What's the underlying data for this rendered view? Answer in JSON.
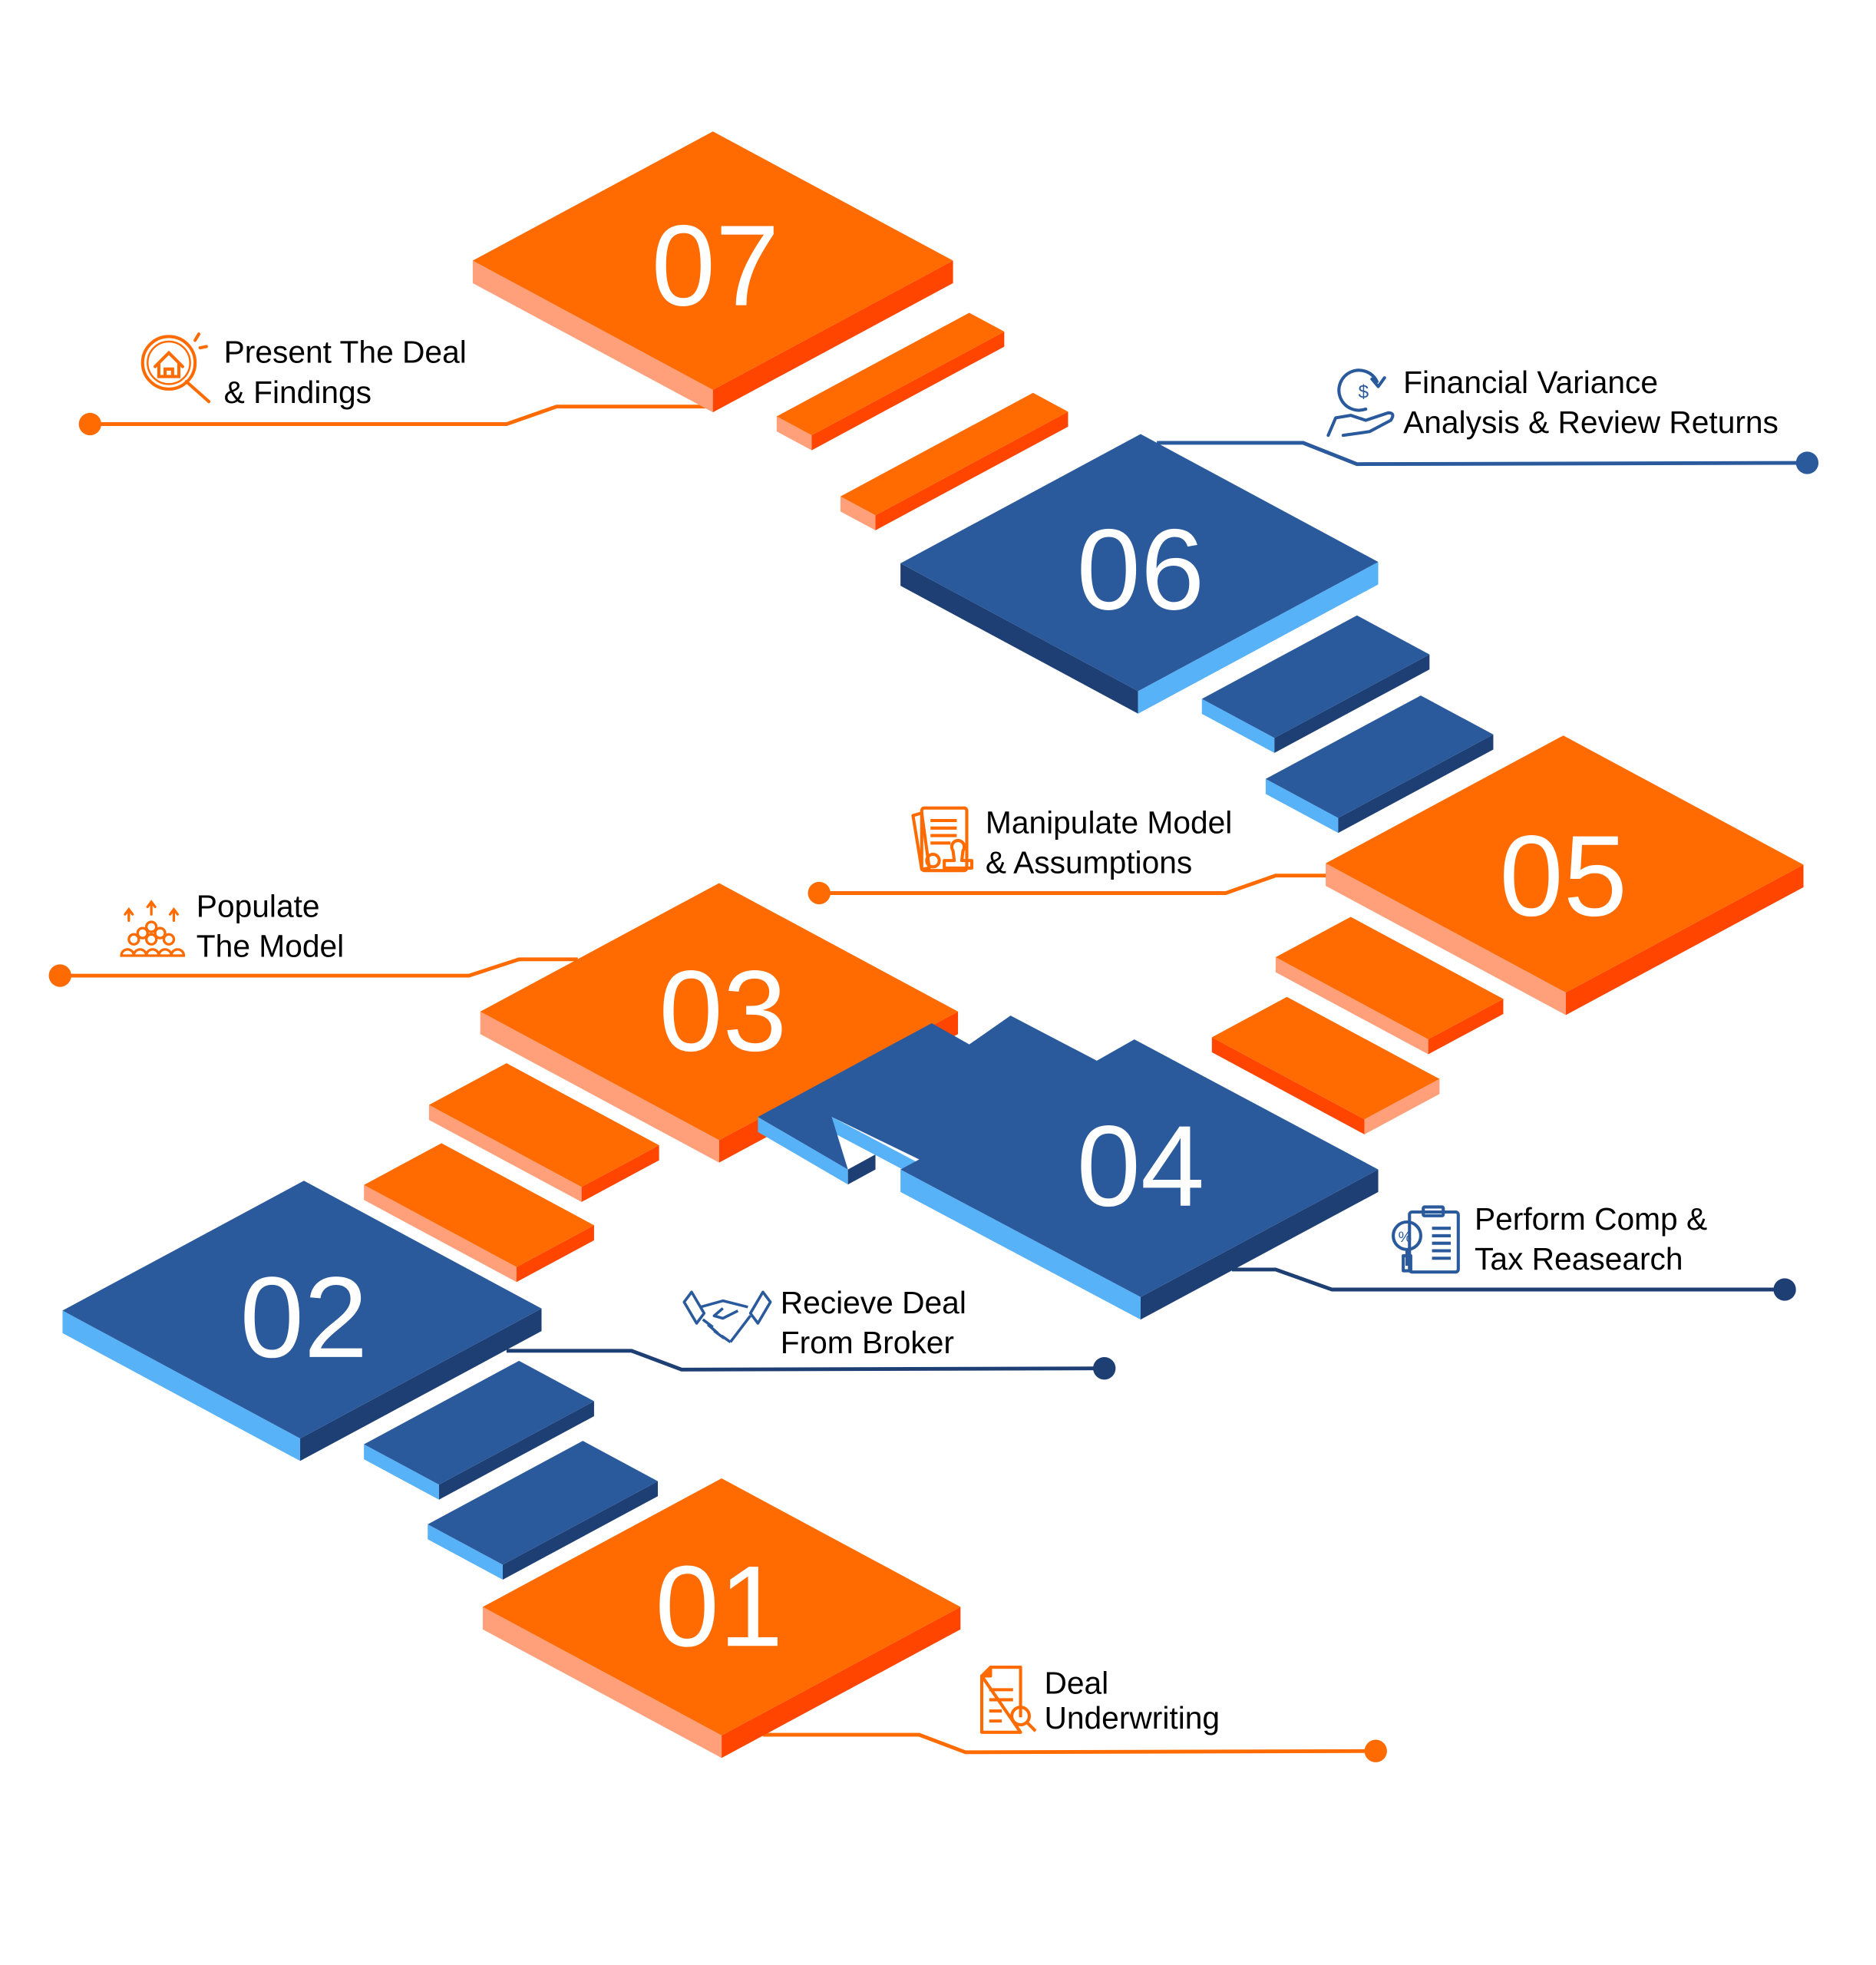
{
  "title": "Deal Underwriting Process Steps",
  "colors": {
    "orange_top": "#FF6B00",
    "orange_light_side": "#FFA07A",
    "orange_dark_side": "#FF4500",
    "blue_top": "#2A5A9C",
    "blue_light_side": "#57B2F8",
    "blue_dark_side": "#1E3F74",
    "orange_line": "#FF6B00",
    "blue_line": "#2A5A9C",
    "text": "#000000"
  },
  "steps": [
    {
      "number": "01",
      "color": "orange",
      "label_line1": "Deal",
      "label_line2": "Underwriting",
      "icon": "document-search-icon"
    },
    {
      "number": "02",
      "color": "blue",
      "label_line1": "Recieve Deal",
      "label_line2": "From Broker",
      "icon": "handshake-icon"
    },
    {
      "number": "03",
      "color": "orange",
      "label_line1": "Populate",
      "label_line2": "The Model",
      "icon": "crowd-growth-icon"
    },
    {
      "number": "04",
      "color": "blue",
      "label_line1": "Perform Comp &",
      "label_line2": "Tax Reasearch",
      "icon": "clipboard-percent-search-icon"
    },
    {
      "number": "05",
      "color": "orange",
      "label_line1": "Manipulate Model",
      "label_line2": "& Assumptions",
      "icon": "document-stamp-icon"
    },
    {
      "number": "06",
      "color": "blue",
      "label_line1": "Financial Variance",
      "label_line2": "Analysis & Review Returns",
      "icon": "money-hand-icon"
    },
    {
      "number": "07",
      "color": "orange",
      "label_line1": "Present The Deal",
      "label_line2": "& Findings",
      "icon": "house-search-icon"
    }
  ]
}
